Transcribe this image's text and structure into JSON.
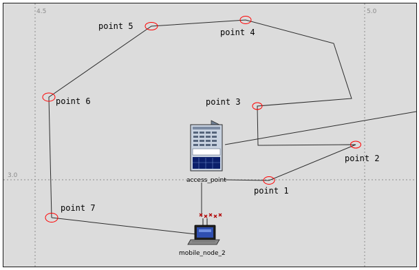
{
  "grid_labels": {
    "x_left": "4.5",
    "x_right": "5.0",
    "y_mid": "3.0"
  },
  "waypoints": [
    {
      "label": "point 1"
    },
    {
      "label": "point 2"
    },
    {
      "label": "point 3"
    },
    {
      "label": "point 4"
    },
    {
      "label": "point 5"
    },
    {
      "label": "point 6"
    },
    {
      "label": "point 7"
    }
  ],
  "nodes": {
    "access_point": {
      "label": "access_point",
      "icon": "server-rack-icon"
    },
    "mobile_node": {
      "label": "mobile_node_2",
      "icon": "laptop-icon"
    }
  },
  "colors": {
    "canvas": "#dcdcdc",
    "grid": "#8c8c8c",
    "path": "#2b2b2b",
    "waypoint": "#ff0000"
  }
}
